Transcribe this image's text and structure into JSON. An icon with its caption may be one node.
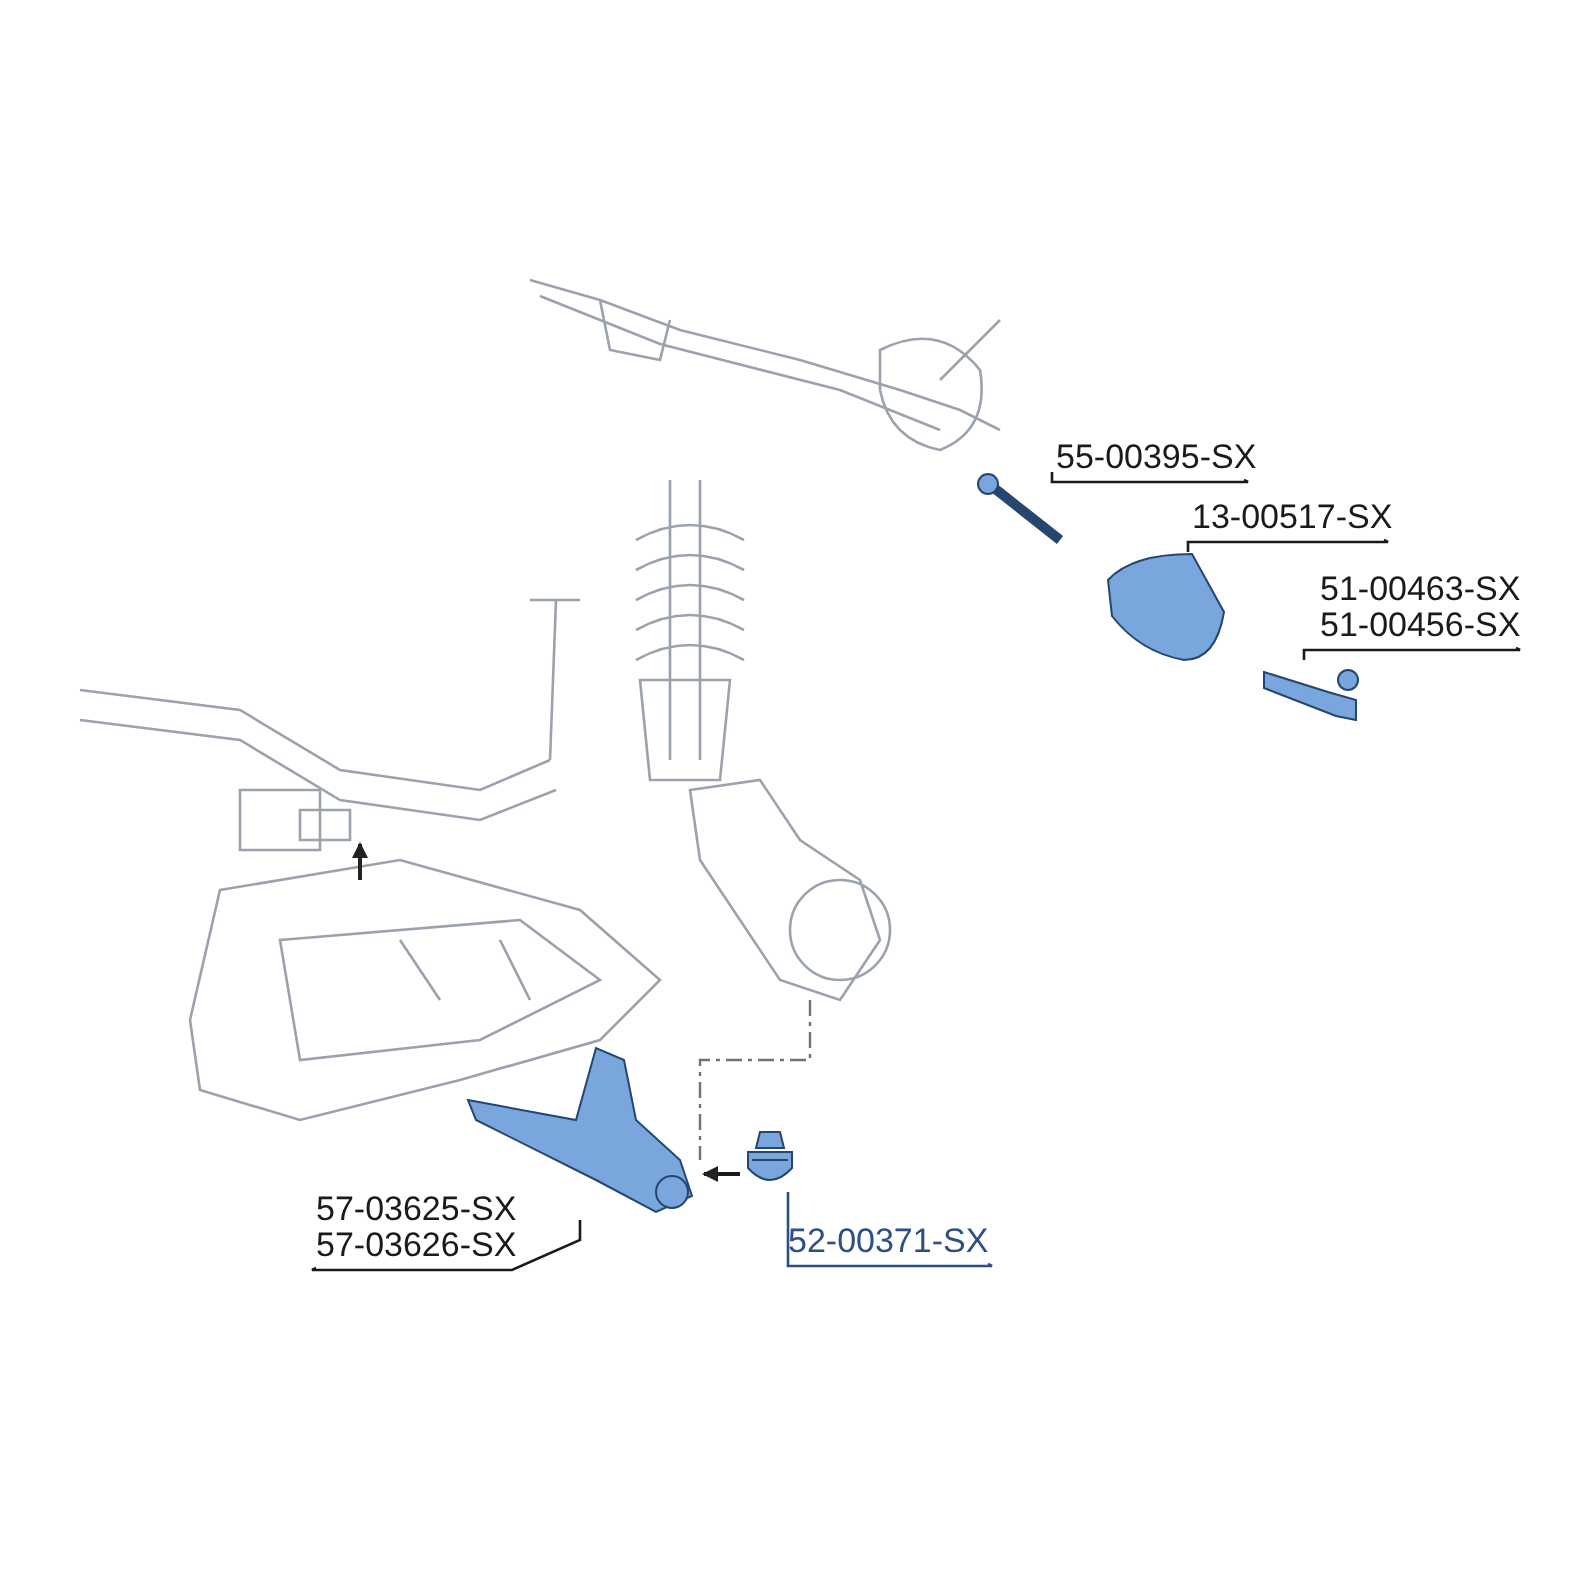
{
  "diagram": {
    "nodes": [
      {
        "text": [
          "55-00395-SX"
        ]
      },
      {
        "text": [],
        "shape": "picture"
      },
      {
        "text": [
          "13-00517-SX"
        ]
      },
      {
        "text": [],
        "shape": "picture"
      },
      {
        "text": [
          "51-00463-SX",
          "51-00456-SX"
        ]
      },
      {
        "text": [],
        "shape": "picture"
      },
      {
        "text": [
          "57-03625-SX",
          "57-03626-SX"
        ]
      },
      {
        "text": [],
        "shape": "picture"
      },
      {
        "text": [
          "52-00371-SX"
        ]
      },
      {
        "text": [],
        "shape": "picture"
      }
    ],
    "edges": [
      {
        "from": 0,
        "to": 1,
        "arrow": "none"
      },
      {
        "from": 2,
        "to": 3,
        "arrow": "none"
      },
      {
        "from": 4,
        "to": 5,
        "arrow": "none"
      },
      {
        "from": 6,
        "to": 7,
        "arrow": "none"
      },
      {
        "from": 8,
        "to": 9,
        "arrow": "none",
        "color": "#2e4f86"
      },
      {
        "from": 9,
        "to": 7,
        "arrow": "to"
      }
    ]
  }
}
